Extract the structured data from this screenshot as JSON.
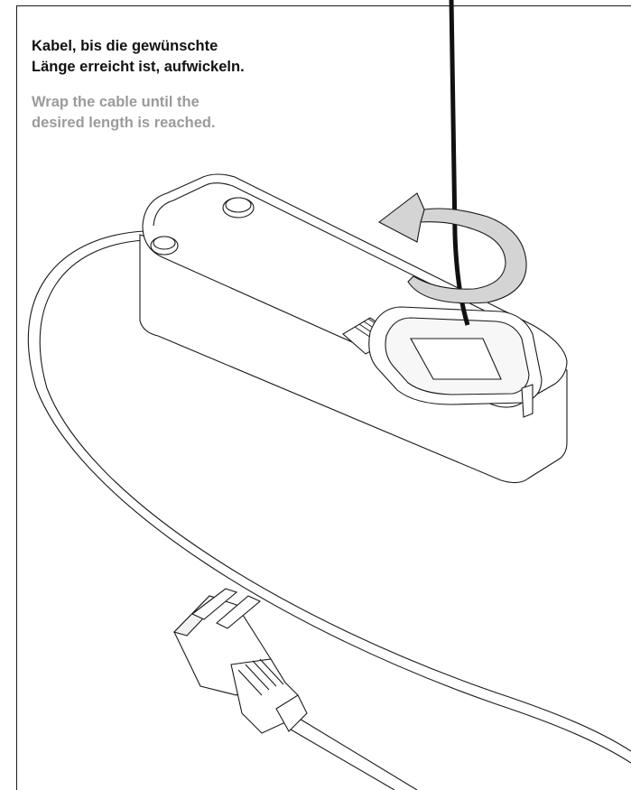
{
  "instruction": {
    "german": [
      "Kabel, bis die gewünschte",
      "Länge erreicht ist, aufwickeln."
    ],
    "english": [
      "Wrap the cable until the",
      "desired length is reached."
    ]
  },
  "colors": {
    "text_primary": "#111111",
    "text_secondary": "#9b9b9b",
    "line": "#1a1a1a",
    "arrow_fill": "#d4d4d4"
  },
  "icons": {
    "arrow": "rotate-counterclockwise-arrow",
    "device": "cable-reel-box",
    "plug": "schuko-plug"
  }
}
